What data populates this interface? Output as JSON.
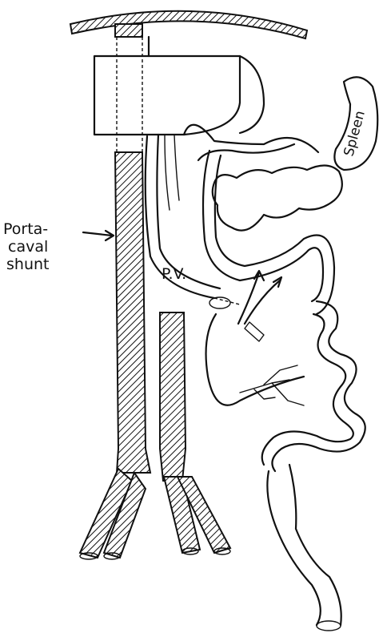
{
  "labels": {
    "shunt_line1": "Porta-",
    "shunt_line2": "caval",
    "shunt_line3": "shunt",
    "portal_vein": "P.V.",
    "spleen": "Spleen"
  }
}
